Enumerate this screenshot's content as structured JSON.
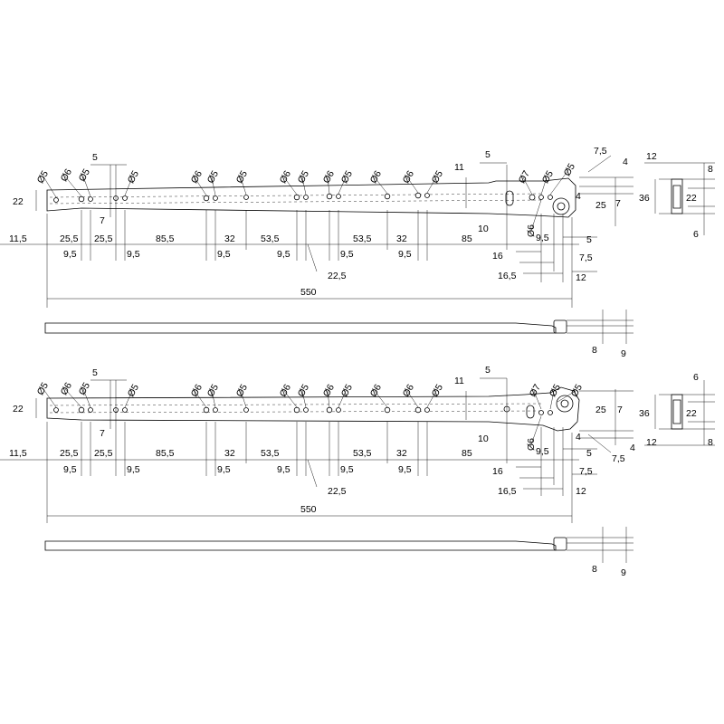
{
  "drawing_a": {
    "top_holes": [
      "Ø5",
      "Ø6",
      "Ø5",
      "Ø5",
      "Ø6",
      "Ø5",
      "Ø5",
      "Ø6",
      "Ø5",
      "Ø6",
      "Ø5",
      "Ø6",
      "Ø6",
      "Ø5"
    ],
    "right_holes": [
      "Ø7",
      "Ø5",
      "Ø5"
    ],
    "side_slot_mark": "Ø6",
    "bottom_row": [
      "11,5",
      "25,5",
      "25,5",
      "85,5",
      "32",
      "53,5",
      "53,5",
      "32",
      "85"
    ],
    "second_row": [
      "9,5",
      "9,5",
      "9,5",
      "9,5",
      "9,5",
      "9,5"
    ],
    "mid_22_5": "22,5",
    "left_height": "22",
    "top_5": "5",
    "left_7": "7",
    "height_11": "11",
    "height_10": "10",
    "right_top_5": "5",
    "right_7_5": "7,5",
    "right_4a": "4",
    "right_4b": "4",
    "right_7": "7",
    "right_25": "25",
    "right_9_5": "9,5",
    "right_5": "5",
    "right_16": "16",
    "right_7_5_b": "7,5",
    "right_16_5": "16,5",
    "right_12": "12",
    "total_length": "550",
    "profile_8": "8",
    "profile_9": "9",
    "end_12": "12",
    "end_8": "8",
    "end_36": "36",
    "end_22": "22",
    "end_6": "6"
  },
  "drawing_b": {
    "top_holes": [
      "Ø5",
      "Ø6",
      "Ø5",
      "Ø5",
      "Ø6",
      "Ø5",
      "Ø5",
      "Ø6",
      "Ø5",
      "Ø6",
      "Ø5",
      "Ø6",
      "Ø6",
      "Ø5"
    ],
    "right_holes": [
      "Ø7",
      "Ø5",
      "Ø5"
    ],
    "side_slot_mark": "Ø6",
    "bottom_row": [
      "11,5",
      "25,5",
      "25,5",
      "85,5",
      "32",
      "53,5",
      "53,5",
      "32",
      "85"
    ],
    "second_row": [
      "9,5",
      "9,5",
      "9,5",
      "9,5",
      "9,5",
      "9,5"
    ],
    "mid_22_5": "22,5",
    "left_height": "22",
    "top_5": "5",
    "left_7": "7",
    "height_11": "11",
    "height_10": "10",
    "right_top_5": "5",
    "right_7_5": "7,5",
    "right_4a": "4",
    "right_4b": "4",
    "right_7": "7",
    "right_25": "25",
    "right_9_5": "9,5",
    "right_5": "5",
    "right_16": "16",
    "right_7_5_b": "7,5",
    "right_16_5": "16,5",
    "right_12": "12",
    "total_length": "550",
    "profile_8": "8",
    "profile_9": "9",
    "end_12": "12",
    "end_8": "8",
    "end_36": "36",
    "end_22": "22",
    "end_6": "6"
  }
}
